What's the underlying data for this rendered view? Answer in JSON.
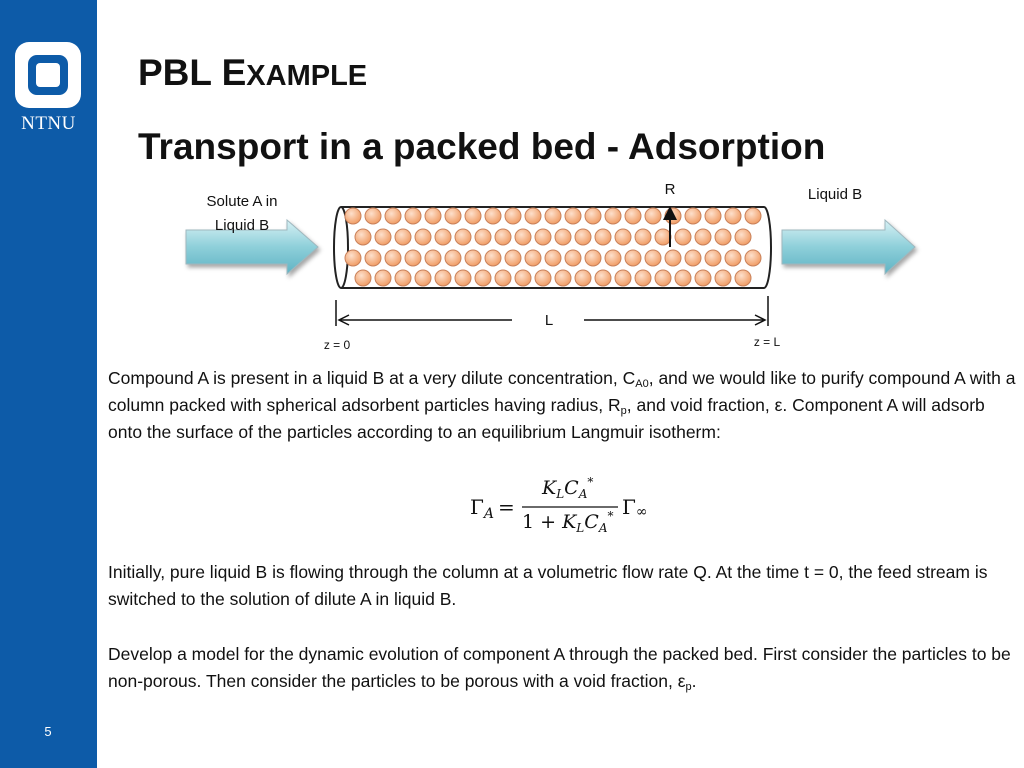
{
  "sidebar": {
    "brand": "NTNU",
    "page_number": "5"
  },
  "title": {
    "main": "PBL E",
    "small_caps": "XAMPLE"
  },
  "subtitle": "Transport in a packed bed - Adsorption",
  "diagram": {
    "inlet_label_line1": "Solute A in",
    "inlet_label_line2": "Liquid B",
    "outlet_label": "Liquid B",
    "radius_label": "R",
    "length_label": "L",
    "z_start_label": "z = 0",
    "z_end_label": "z = L",
    "colors": {
      "arrow_fill": "#8ecfd9",
      "particle_fill": "#f2a57a",
      "particle_stroke": "#c9815a"
    }
  },
  "paragraph1": {
    "part1": "Compound A is present in a liquid B at a very dilute concentration, C",
    "sub1": "A0",
    "part2": ", and we would like to purify compound A with a column packed with spherical adsorbent particles having radius, R",
    "sub2": "p",
    "part3": ", and void fraction, ε. Component A will adsorb onto the surface of the particles according to an equilibrium Langmuir isotherm:"
  },
  "equation": {
    "lhs_symbol": "Γ",
    "lhs_sub": "A",
    "equals": "=",
    "num_K": "K",
    "num_K_sub": "L",
    "num_C": "C",
    "num_C_sub": "A",
    "star": "*",
    "den_one": "1 + ",
    "rhs_symbol": "Γ",
    "rhs_sub": "∞"
  },
  "paragraph2": "Initially, pure liquid B is flowing through the column at a volumetric flow rate Q. At the time t = 0, the feed stream is switched to the solution of dilute A in liquid B.",
  "paragraph3": {
    "part1": "Develop a model for the dynamic evolution of component A through the packed bed. First consider the particles to be non-porous. Then consider the particles to be porous with a void fraction, ε",
    "sub1": "p",
    "part2": "."
  }
}
